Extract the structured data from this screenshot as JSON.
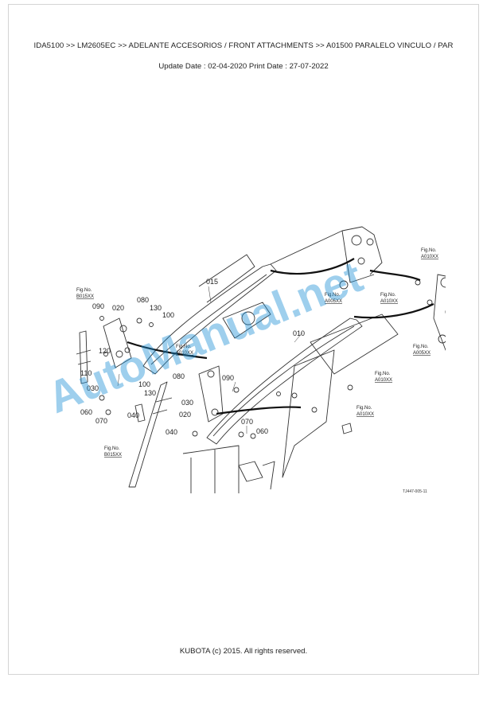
{
  "header": {
    "breadcrumb": "IDA5100 >> LM2605EC >> ADELANTE ACCESORIOS / FRONT ATTACHMENTS >> A01500   PARALELO VINCULO / PAR",
    "dates": "Update Date : 02-04-2020   Print Date : 27-07-2022"
  },
  "diagram": {
    "part_labels": [
      "015",
      "010",
      "090",
      "020",
      "080",
      "130",
      "100",
      "120",
      "110",
      "030",
      "060",
      "070",
      "040",
      "100",
      "130",
      "080",
      "090",
      "030",
      "020",
      "070",
      "060",
      "040"
    ],
    "fig_refs": [
      {
        "title": "Fig.No.",
        "code": "B015XX"
      },
      {
        "title": "Fig.No.",
        "code": "A010XX"
      },
      {
        "title": "Fig.No.",
        "code": "A005XX"
      },
      {
        "title": "Fig.No.",
        "code": "A010XX"
      },
      {
        "title": "Fig.No.",
        "code": "A010XX"
      },
      {
        "title": "Fig.No.",
        "code": "A005XX"
      },
      {
        "title": "Fig.No.",
        "code": "A010XX"
      },
      {
        "title": "Fig.No.",
        "code": "A010XX"
      },
      {
        "title": "Fig.No.",
        "code": "B015XX"
      }
    ],
    "drawing_code": "TJ447-005-11",
    "watermark": "AutoManual.net"
  },
  "footer": {
    "copyright": "KUBOTA (c) 2015. All rights reserved."
  }
}
